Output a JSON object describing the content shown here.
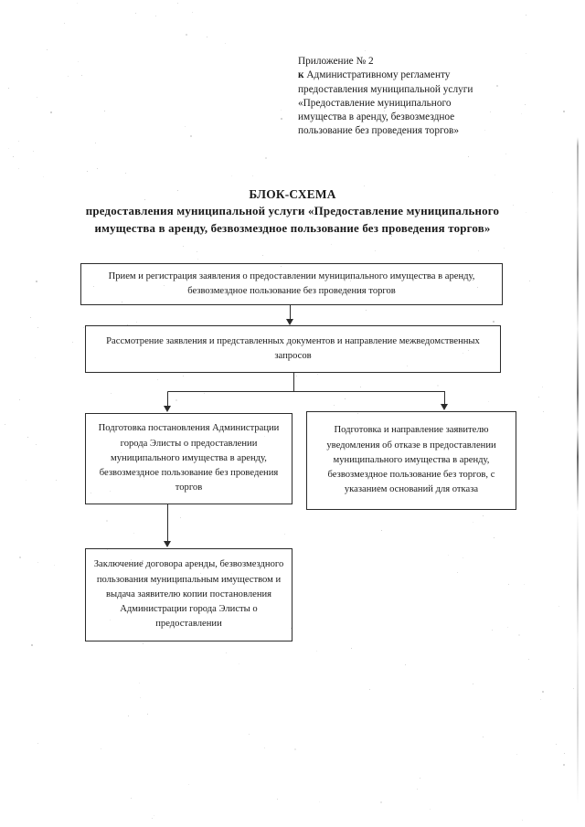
{
  "document": {
    "appendix": {
      "line1": "Приложение № 2",
      "line2_prefix": "к",
      "line2_rest": "Административному регламенту",
      "line3": "предоставления муниципальной услуги",
      "line4": "«Предоставление муниципального",
      "line5": "имущества в аренду, безвозмездное",
      "line6": "пользование без проведения торгов»"
    },
    "title": {
      "heading": "БЛОК-СХЕМА",
      "subtitle_line1": "предоставления муниципальной услуги «Предоставление муниципального",
      "subtitle_line2": "имущества в аренду, безвозмездное пользование без проведения торгов»"
    }
  },
  "flowchart": {
    "boxes": [
      {
        "id": "intake",
        "text": "Прием и регистрация заявления о предоставлении муниципального имущества в аренду, безвозмездное пользование без проведения торгов"
      },
      {
        "id": "review",
        "text": "Рассмотрение заявления и представленных документов и направление межведомственных запросов"
      },
      {
        "id": "prepare",
        "text": "Подготовка постановления Администрации города Элисты о предоставлении муниципального имущества в аренду, безвозмездное пользование без проведения торгов"
      },
      {
        "id": "refusal",
        "text": "Подготовка и направление заявителю уведомления об отказе в предоставлении муниципального имущества в аренду, безвозмездное пользование без торгов, с указанием оснований для отказа"
      },
      {
        "id": "contract",
        "text": "Заключение договора аренды, безвозмездного пользования муниципальным имуществом и выдача заявителю копии постановления Администрации города Элисты о предоставлении"
      }
    ]
  },
  "colors": {
    "page_background": "#ffffff",
    "ink": "#1a1a1a",
    "line": "#2b2b2b"
  }
}
